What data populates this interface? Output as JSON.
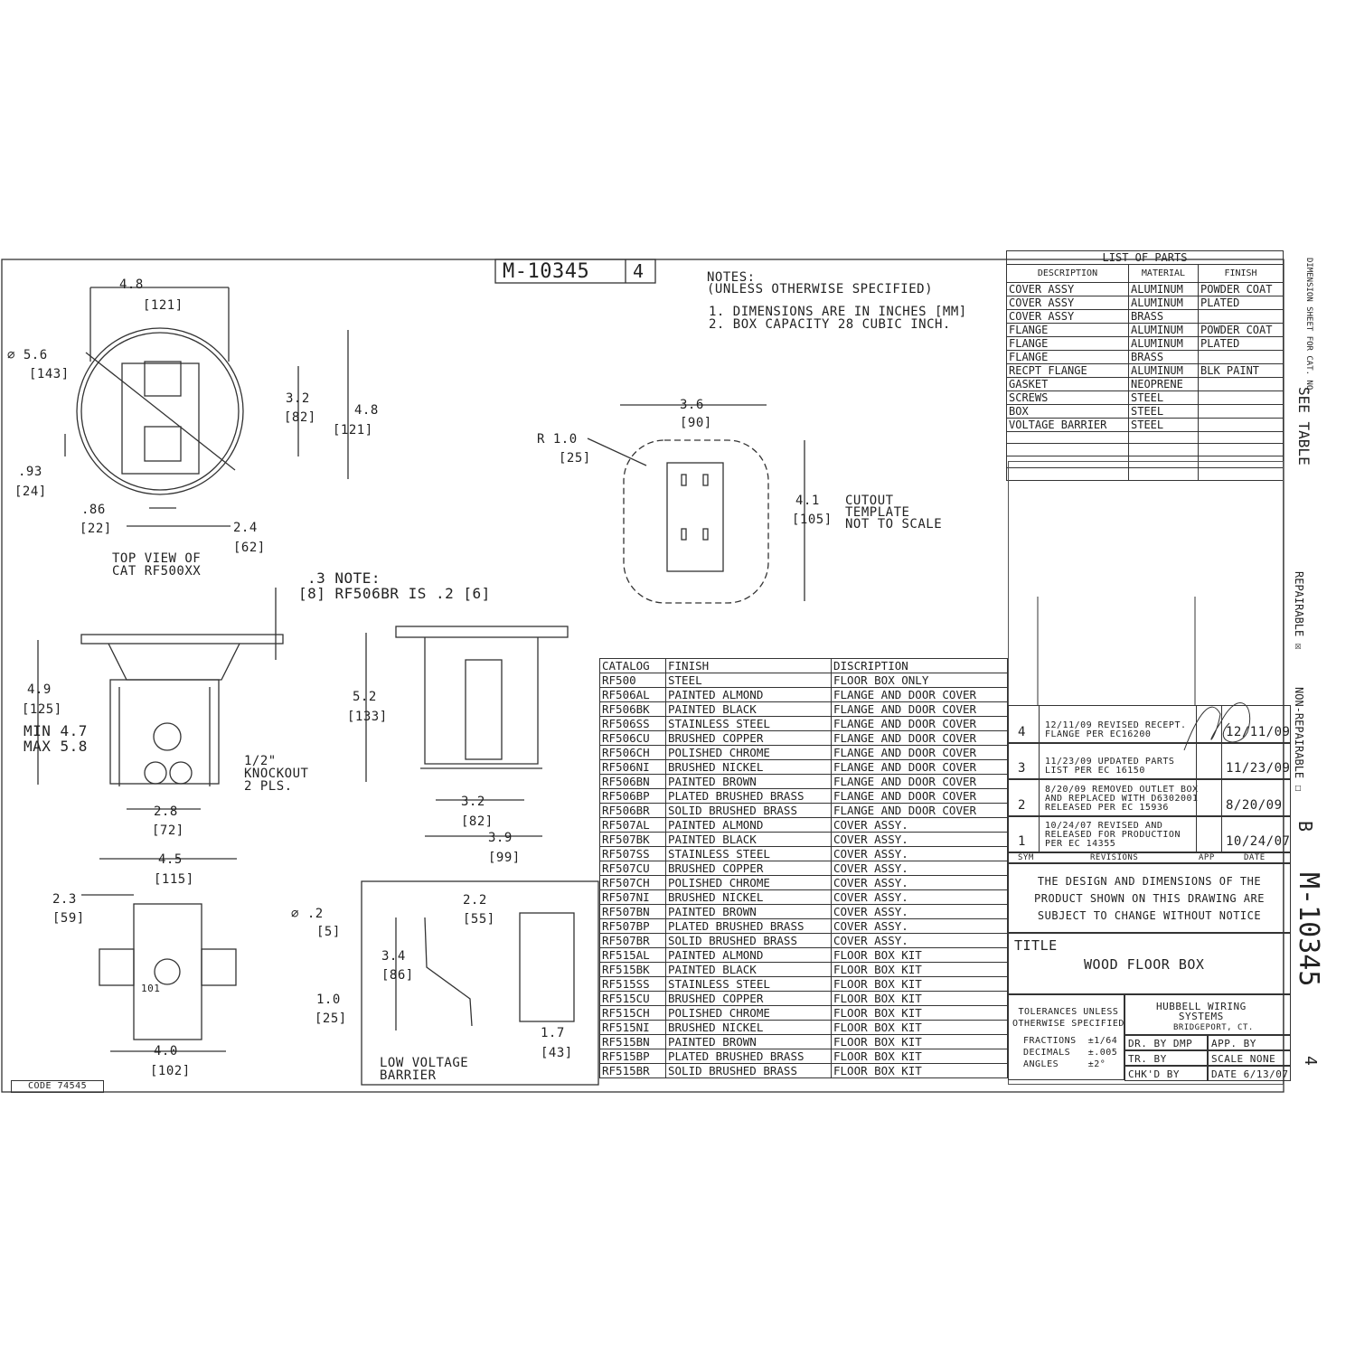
{
  "title_block": {
    "drawing_no": "M-10345",
    "rev": "4"
  },
  "notes": {
    "heading": "NOTES:",
    "sub": "(UNLESS OTHERWISE SPECIFIED)",
    "items": [
      "1. DIMENSIONS ARE IN INCHES [MM]",
      "2. BOX CAPACITY 28 CUBIC INCH."
    ]
  },
  "top_view": {
    "labels": [
      "4.8",
      "[121]",
      "⌀ 5.6",
      "[143]",
      "3.2",
      "[82]",
      "4.8",
      "[121]",
      ".93",
      "[24]",
      ".86",
      "[22]",
      "2.4",
      "[62]"
    ],
    "caption": [
      "TOP VIEW OF",
      "CAT RF500XX"
    ]
  },
  "side_view": {
    "note": [
      ".3 NOTE:",
      "[8] RF506BR IS .2 [6]"
    ],
    "labels": [
      "4.9",
      "[125]",
      "MIN 4.7",
      "MAX 5.8",
      "1/2\"",
      "KNOCKOUT",
      "2 PLS.",
      "2.8",
      "[72]",
      "5.2",
      "[133]",
      "3.2",
      "[82]",
      "3.9",
      "[99]"
    ]
  },
  "bottom_view": {
    "labels": [
      "4.5",
      "[115]",
      "2.3",
      "[59]",
      "⌀ .2",
      "[5]",
      "1.0",
      "[25]",
      "4.0",
      "[102]",
      "101"
    ]
  },
  "barrier": {
    "labels": [
      "2.2",
      "[55]",
      "3.4",
      "[86]",
      "1.7",
      "[43]"
    ],
    "caption": [
      "LOW VOLTAGE",
      "BARRIER"
    ]
  },
  "cutout": {
    "labels": [
      "3.6",
      "[90]",
      "R 1.0",
      "[25]",
      "4.1",
      "[105]"
    ],
    "caption": [
      "CUTOUT",
      "TEMPLATE",
      "NOT TO SCALE"
    ]
  },
  "code": "CODE 74545",
  "catalog_table": {
    "headers": [
      "CATALOG",
      "FINISH",
      "DISCRIPTION"
    ],
    "rows": [
      [
        "RF500",
        "STEEL",
        "FLOOR BOX ONLY"
      ],
      [
        "RF506AL",
        "PAINTED ALMOND",
        "FLANGE AND DOOR COVER"
      ],
      [
        "RF506BK",
        "PAINTED BLACK",
        "FLANGE AND DOOR COVER"
      ],
      [
        "RF506SS",
        "STAINLESS STEEL",
        "FLANGE AND DOOR COVER"
      ],
      [
        "RF506CU",
        "BRUSHED COPPER",
        "FLANGE AND DOOR COVER"
      ],
      [
        "RF506CH",
        "POLISHED CHROME",
        "FLANGE AND DOOR COVER"
      ],
      [
        "RF506NI",
        "BRUSHED NICKEL",
        "FLANGE AND DOOR COVER"
      ],
      [
        "RF506BN",
        "PAINTED BROWN",
        "FLANGE AND DOOR COVER"
      ],
      [
        "RF506BP",
        "PLATED BRUSHED BRASS",
        "FLANGE AND DOOR COVER"
      ],
      [
        "RF506BR",
        "SOLID BRUSHED BRASS",
        "FLANGE AND DOOR COVER"
      ],
      [
        "RF507AL",
        "PAINTED ALMOND",
        "COVER ASSY."
      ],
      [
        "RF507BK",
        "PAINTED BLACK",
        "COVER ASSY."
      ],
      [
        "RF507SS",
        "STAINLESS STEEL",
        "COVER ASSY."
      ],
      [
        "RF507CU",
        "BRUSHED COPPER",
        "COVER ASSY."
      ],
      [
        "RF507CH",
        "POLISHED CHROME",
        "COVER ASSY."
      ],
      [
        "RF507NI",
        "BRUSHED NICKEL",
        "COVER ASSY."
      ],
      [
        "RF507BN",
        "PAINTED BROWN",
        "COVER ASSY."
      ],
      [
        "RF507BP",
        "PLATED BRUSHED BRASS",
        "COVER ASSY."
      ],
      [
        "RF507BR",
        "SOLID BRUSHED  BRASS",
        "COVER ASSY."
      ],
      [
        "RF515AL",
        "PAINTED ALMOND",
        "FLOOR BOX KIT"
      ],
      [
        "RF515BK",
        "PAINTED BLACK",
        "FLOOR BOX KIT"
      ],
      [
        "RF515SS",
        "STAINLESS STEEL",
        "FLOOR BOX KIT"
      ],
      [
        "RF515CU",
        "BRUSHED COPPER",
        "FLOOR BOX KIT"
      ],
      [
        "RF515CH",
        "POLISHED CHROME",
        "FLOOR BOX KIT"
      ],
      [
        "RF515NI",
        "BRUSHED NICKEL",
        "FLOOR BOX KIT"
      ],
      [
        "RF515BN",
        "PAINTED BROWN",
        "FLOOR BOX KIT"
      ],
      [
        "RF515BP",
        "PLATED BRUSHED BRASS",
        "FLOOR BOX KIT"
      ],
      [
        "RF515BR",
        "SOLID BRUSHED BRASS",
        "FLOOR BOX KIT"
      ]
    ]
  },
  "parts_list": {
    "title": "LIST OF PARTS",
    "headers": [
      "DESCRIPTION",
      "MATERIAL",
      "FINISH"
    ],
    "rows": [
      [
        "COVER ASSY",
        "ALUMINUM",
        "POWDER COAT"
      ],
      [
        "COVER ASSY",
        "ALUMINUM",
        "PLATED"
      ],
      [
        "COVER ASSY",
        "BRASS",
        ""
      ],
      [
        "FLANGE",
        "ALUMINUM",
        "POWDER COAT"
      ],
      [
        "FLANGE",
        "ALUMINUM",
        "PLATED"
      ],
      [
        "FLANGE",
        "BRASS",
        ""
      ],
      [
        "RECPT FLANGE",
        "ALUMINUM",
        "BLK PAINT"
      ],
      [
        "GASKET",
        "NEOPRENE",
        ""
      ],
      [
        "SCREWS",
        "STEEL",
        ""
      ],
      [
        "BOX",
        "STEEL",
        ""
      ],
      [
        "VOLTAGE BARRIER",
        "STEEL",
        ""
      ]
    ]
  },
  "side_strip": {
    "dimension_sheet": "DIMENSION SHEET FOR CAT. NO.",
    "see_table": "SEE TABLE",
    "repairable": "REPAIRABLE ☒",
    "non_repairable": "NON-REPAIRABLE ☐",
    "size": "B",
    "drawing_no": "M-10345",
    "rev": "4"
  },
  "revisions": {
    "rows": [
      {
        "sym": "4",
        "text": "12/11/09 REVISED RECEPT.\nFLANGE PER EC16200",
        "date": "12/11/09"
      },
      {
        "sym": "3",
        "text": "11/23/09 UPDATED PARTS\nLIST PER EC 16150",
        "date": "11/23/09"
      },
      {
        "sym": "2",
        "text": "8/20/09 REMOVED OUTLET BOX\nAND REPLACED WITH D6302001\nRELEASED PER EC 15936",
        "date": "8/20/09"
      },
      {
        "sym": "1",
        "text": "10/24/07 REVISED AND\nRELEASED FOR PRODUCTION\nPER EC 14355",
        "date": "10/24/07"
      }
    ],
    "headers": [
      "SYM",
      "REVISIONS",
      "APP",
      "DATE"
    ]
  },
  "notice": "THE DESIGN AND DIMENSIONS OF THE\nPRODUCT SHOWN ON THIS DRAWING ARE\nSUBJECT TO CHANGE WITHOUT NOTICE",
  "title": {
    "label": "TITLE",
    "value": "WOOD FLOOR BOX"
  },
  "tolerances": {
    "heading": "TOLERANCES UNLESS\nOTHERWISE SPECIFIED",
    "lines": "FRACTIONS  ±1/64\nDECIMALS   ±.005\nANGLES     ±2°"
  },
  "company": {
    "name": "HUBBELL WIRING\nSYSTEMS",
    "location": "BRIDGEPORT, CT."
  },
  "signoff": {
    "dr_by": "DR. BY  DMP",
    "app_by": "APP. BY",
    "tr_by": "TR. BY",
    "scale": "SCALE  NONE",
    "chkd_by": "CHK'D BY",
    "date": "DATE 6/13/07"
  }
}
